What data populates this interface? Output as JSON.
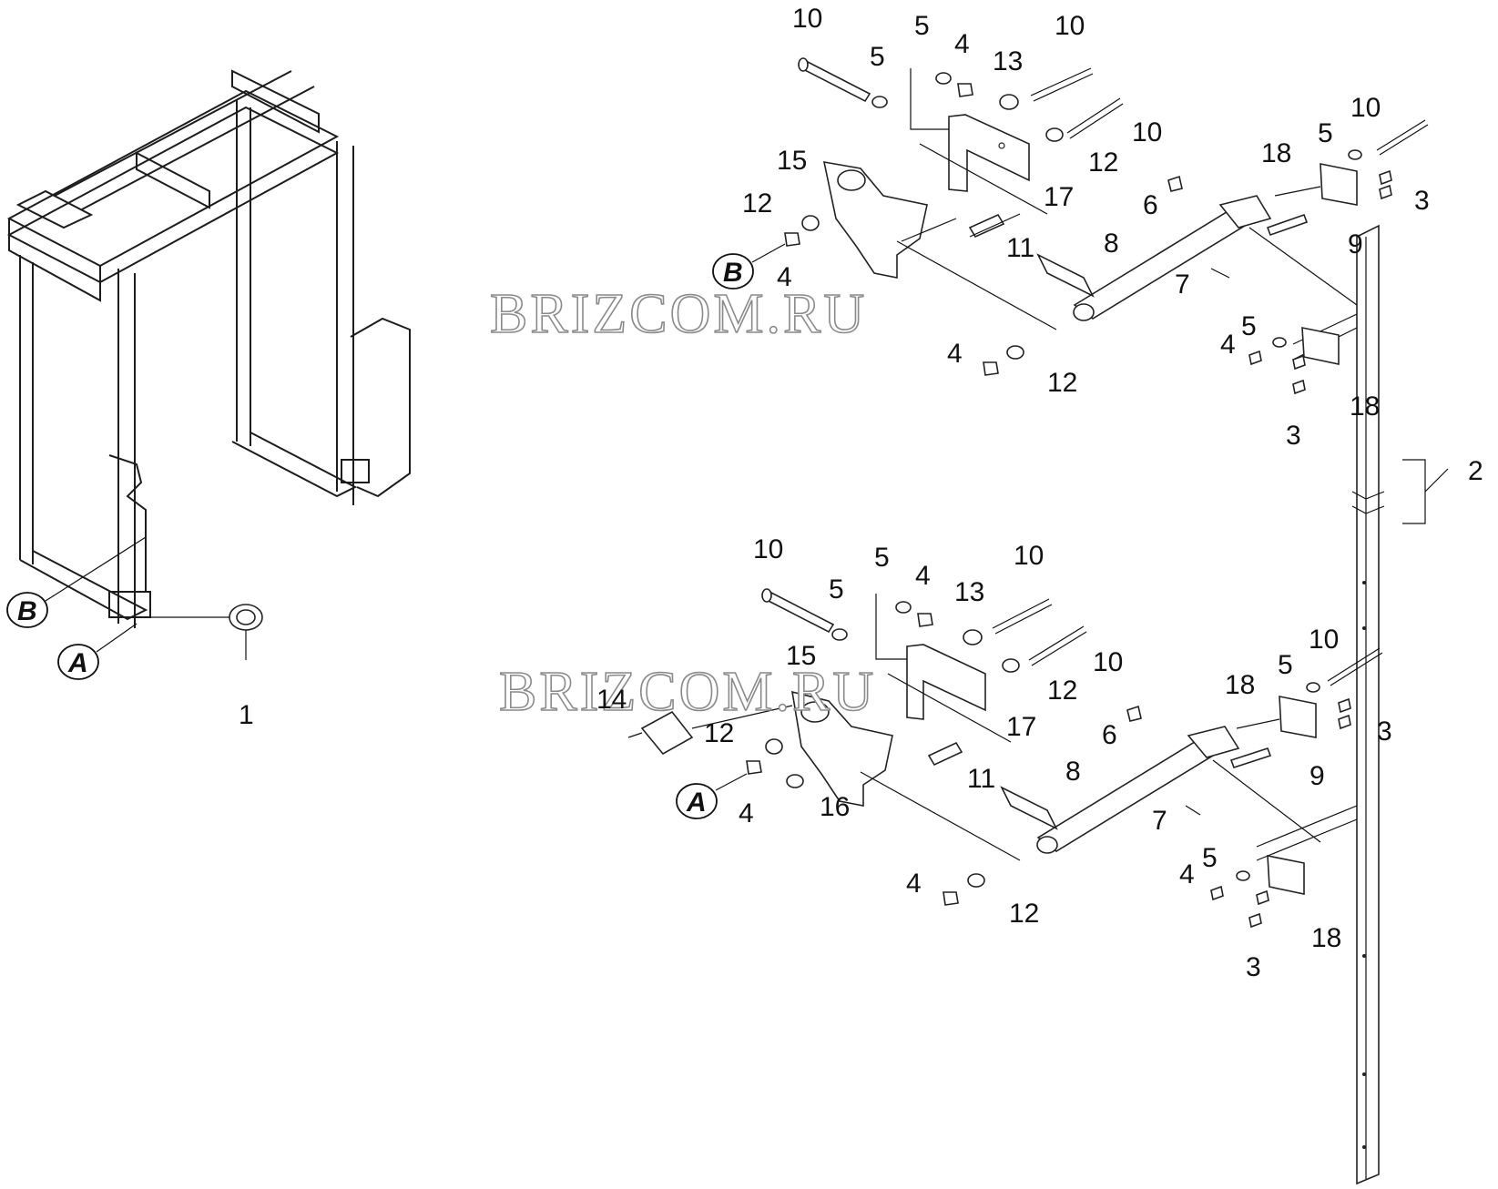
{
  "watermarks": [
    "BRIZCOM.RU",
    "BRIZCOM.RU"
  ],
  "view_labels": {
    "a": "A",
    "b": "B"
  },
  "callouts": {
    "top": [
      "10",
      "5",
      "5",
      "4",
      "13",
      "10",
      "10",
      "12",
      "15",
      "17",
      "12",
      "4",
      "11",
      "8",
      "6",
      "7",
      "18",
      "5",
      "10",
      "3",
      "9",
      "4",
      "12",
      "5",
      "4",
      "18",
      "3"
    ],
    "frame": [
      "1"
    ],
    "post": [
      "2"
    ],
    "bottom": [
      "10",
      "5",
      "5",
      "4",
      "13",
      "10",
      "10",
      "12",
      "15",
      "17",
      "14",
      "12",
      "4",
      "16",
      "11",
      "8",
      "6",
      "7",
      "18",
      "5",
      "10",
      "3",
      "9",
      "4",
      "12",
      "5",
      "4",
      "18",
      "3"
    ]
  },
  "colors": {
    "line": "#222222",
    "watermark_stroke": "#8a8a8a",
    "background": "#ffffff"
  }
}
